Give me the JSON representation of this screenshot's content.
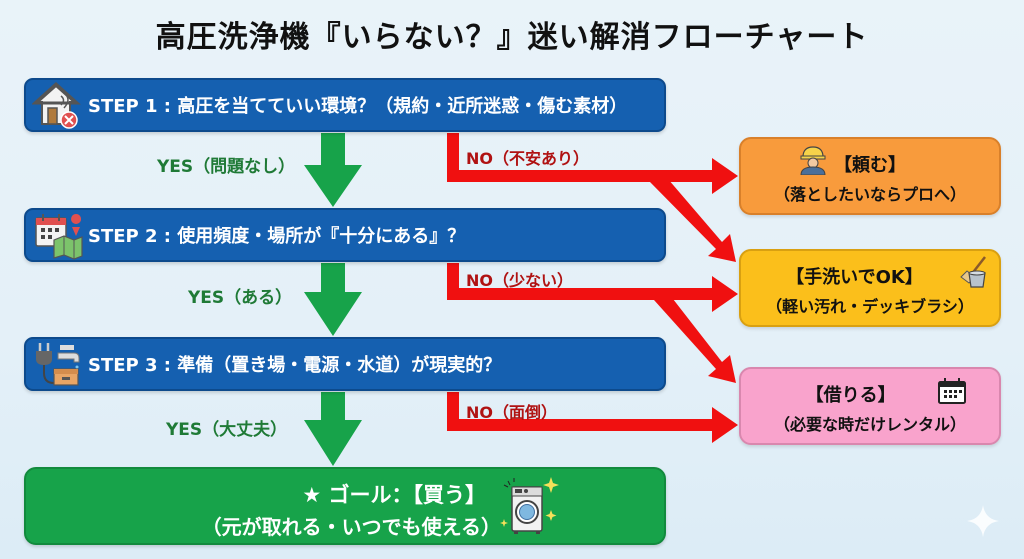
{
  "title": "高圧洗浄機『いらない？』迷い解消フローチャート",
  "colors": {
    "step_blue": "#1560b0",
    "yes_green": "#17a34a",
    "no_red": "#f01010",
    "ask_orange": "#f89b3c",
    "hand_yellow": "#fbbf1b",
    "rent_pink": "#f9a3cc"
  },
  "steps": [
    {
      "icon": "house-icon",
      "label": "STEP 1 : 高圧を当てていい環境？（規約・近所迷惑・傷む素材）",
      "yes": "YES（問題なし）",
      "no": "NO（不安あり）"
    },
    {
      "icon": "calendar-map-icon",
      "label": "STEP 2 : 使用頻度・場所が『十分にある』？",
      "yes": "YES（ある）",
      "no": "NO（少ない）"
    },
    {
      "icon": "plug-faucet-box-icon",
      "label": "STEP 3 : 準備（置き場・電源・水道）が現実的？",
      "yes": "YES（大丈夫）",
      "no": "NO（面倒）"
    }
  ],
  "goal": {
    "line1": "★ ゴール：【買う】",
    "line2": "（元が取れる・いつでも使える）",
    "icon": "washing-machine-icon"
  },
  "results": [
    {
      "id": "ask",
      "line1": "【頼む】",
      "line2": "（落としたいならプロへ）",
      "icon": "worker-icon"
    },
    {
      "id": "handwash",
      "line1": "【手洗いでOK】",
      "line2": "（軽い汚れ・デッキブラシ）",
      "icon": "bucket-brush-icon"
    },
    {
      "id": "rent",
      "line1": "【借りる】",
      "line2": "（必要な時だけレンタル）",
      "icon": "calendar-icon"
    }
  ]
}
